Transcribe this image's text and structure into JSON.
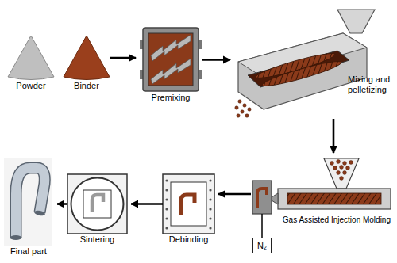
{
  "diagram": {
    "nodes": [
      {
        "text": [
          "Powder"
        ]
      },
      {
        "text": [
          "Binder"
        ]
      },
      {
        "text": [
          "Premixing"
        ]
      },
      {
        "text": [
          "Mixing and pelletizing"
        ]
      },
      {
        "text": [
          "Gas Assisted Injection Molding"
        ]
      },
      {
        "text": [
          "N₂"
        ]
      },
      {
        "text": [
          "Debinding"
        ]
      },
      {
        "text": [
          "Sintering"
        ]
      },
      {
        "text": [
          "Final part"
        ]
      }
    ],
    "edges": [
      {
        "from": 1,
        "to": 2,
        "arrow": "to"
      },
      {
        "from": 2,
        "to": 3,
        "arrow": "to"
      },
      {
        "from": 3,
        "to": 4,
        "arrow": "to"
      },
      {
        "from": 4,
        "to": 6,
        "arrow": "to"
      },
      {
        "from": 6,
        "to": 7,
        "arrow": "to"
      },
      {
        "from": 7,
        "to": 8,
        "arrow": "to"
      },
      {
        "from": 5,
        "to": 4,
        "arrow": "none"
      }
    ]
  }
}
